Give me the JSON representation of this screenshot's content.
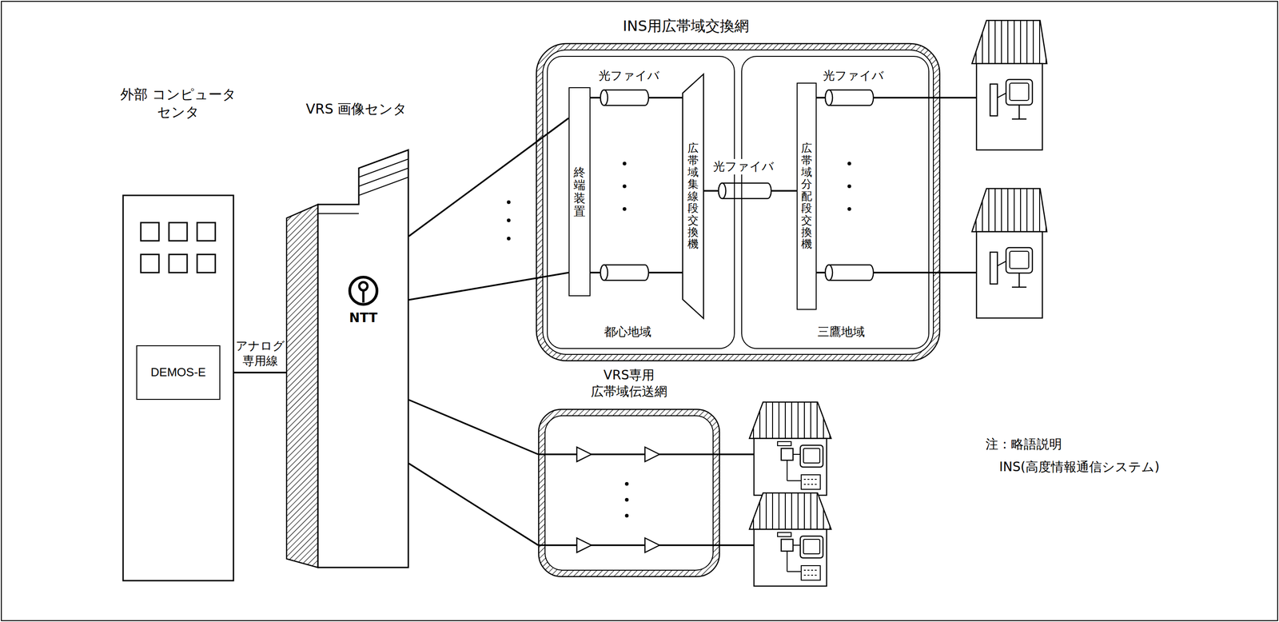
{
  "diagram": {
    "nodes": [
      {
        "text": [
          "INS用広帯域交換網"
        ]
      },
      {
        "text": [
          "都心地域"
        ],
        "in": 0
      },
      {
        "text": [
          "三鷹地域"
        ],
        "in": 0
      },
      {
        "text": [
          "終端装置"
        ],
        "in": 1
      },
      {
        "text": [
          "広帯域集線段交換機"
        ],
        "in": 1
      },
      {
        "text": [
          "広帯域分配段交換機"
        ],
        "in": 2
      },
      {
        "text": [
          "外部 コンピュータ センタ"
        ]
      },
      {
        "text": [
          "DEMOS-E"
        ],
        "in": 6
      },
      {
        "text": [
          "VRS 画像センタ",
          "NTT"
        ]
      },
      {
        "text": [
          "VRS専用 広帯域伝送網"
        ]
      }
    ],
    "edges": [
      {
        "from": 6,
        "to": 8,
        "label": "アナログ 専用線",
        "arrow": "none"
      },
      {
        "from": 8,
        "to": 3,
        "arrow": "none"
      },
      {
        "from": 8,
        "to": 3,
        "arrow": "none"
      },
      {
        "from": 8,
        "to": 9,
        "arrow": "none"
      },
      {
        "from": 8,
        "to": 9,
        "arrow": "none"
      },
      {
        "from": 3,
        "to": 4,
        "arrow": "none"
      },
      {
        "from": 3,
        "to": 4,
        "arrow": "none"
      },
      {
        "from": 4,
        "to": 5,
        "arrow": "none"
      }
    ],
    "labels": [
      "光ファイバ",
      "光ファイバ",
      "光ファイバ",
      "注：略語説明",
      "INS(高度情報通信システム)"
    ]
  }
}
